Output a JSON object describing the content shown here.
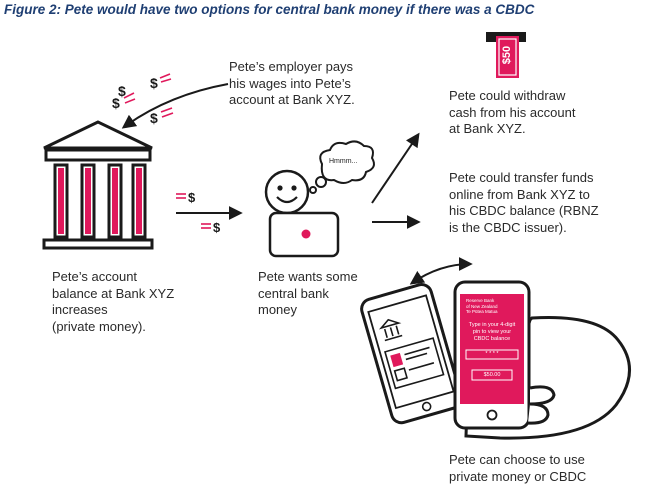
{
  "figure_title": "Figure 2: Pete would have two options for central bank money if there was a CBDC",
  "texts": {
    "employer": "Pete’s employer pays\nhis wages into  Pete’s\naccount at Bank XYZ.",
    "withdraw": "Pete could withdraw\ncash from his account\nat Bank XYZ.",
    "transfer": "Pete could transfer funds\nonline from Bank XYZ to\nhis CBDC balance (RBNZ\nis the CBDC issuer).",
    "balance": "Pete’s account\nbalance at Bank XYZ\nincreases\n(private money).",
    "pete": "Pete wants some\ncentral bank\nmoney",
    "choose": "Pete can choose to use\nprivate money or CBDC"
  },
  "thought_bubble": "Hmmm...",
  "banknote_value": "$50",
  "phone": {
    "issuer": "Reserve Bank\nof New Zealand\nTe Pūtea Matua",
    "prompt": "Type in your 4-digit\npin to view your\nCBDC balance",
    "pin_mask": "* * * *",
    "balance": "$50.00"
  },
  "colors": {
    "accent": "#e0195c",
    "title": "#1f3f73",
    "ink": "#1a1a1a"
  }
}
